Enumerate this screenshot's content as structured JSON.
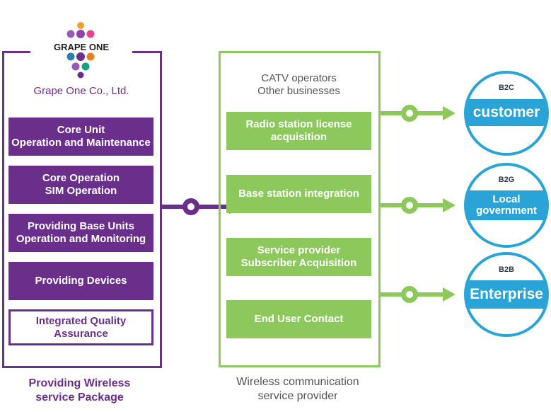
{
  "left_panel": {
    "logo_text": "GRAPE ONE",
    "company": "Grape One Co., Ltd.",
    "services": [
      "Core Unit\nOperation and Maintenance",
      "Core Operation\nSIM Operation",
      "Providing Base Units\nOperation and Monitoring",
      "Providing Devices",
      "Integrated Quality\nAssurance"
    ],
    "caption": "Providing Wireless\nservice Package"
  },
  "middle_panel": {
    "heading": "CATV operators\nOther businesses",
    "services": [
      "Radio station license\nacquisition",
      "Base station integration",
      "Service provider\nSubscriber Acquisition",
      "End User Contact"
    ],
    "caption": "Wireless communication\nservice provider"
  },
  "targets": [
    {
      "tag": "B2C",
      "label": "customer"
    },
    {
      "tag": "B2G",
      "label": "Local\ngovernment"
    },
    {
      "tag": "B2B",
      "label": "Enterprise"
    }
  ],
  "colors": {
    "purple": "#6a2f8a",
    "green": "#8cc85b",
    "blue": "#2aa3d6",
    "logo_dots": [
      "#f0a030",
      "#8e44ad",
      "#c0392b",
      "#e67e22",
      "#6a2f8a",
      "#e84393",
      "#2980b9",
      "#16a085",
      "#9b59b6"
    ]
  }
}
